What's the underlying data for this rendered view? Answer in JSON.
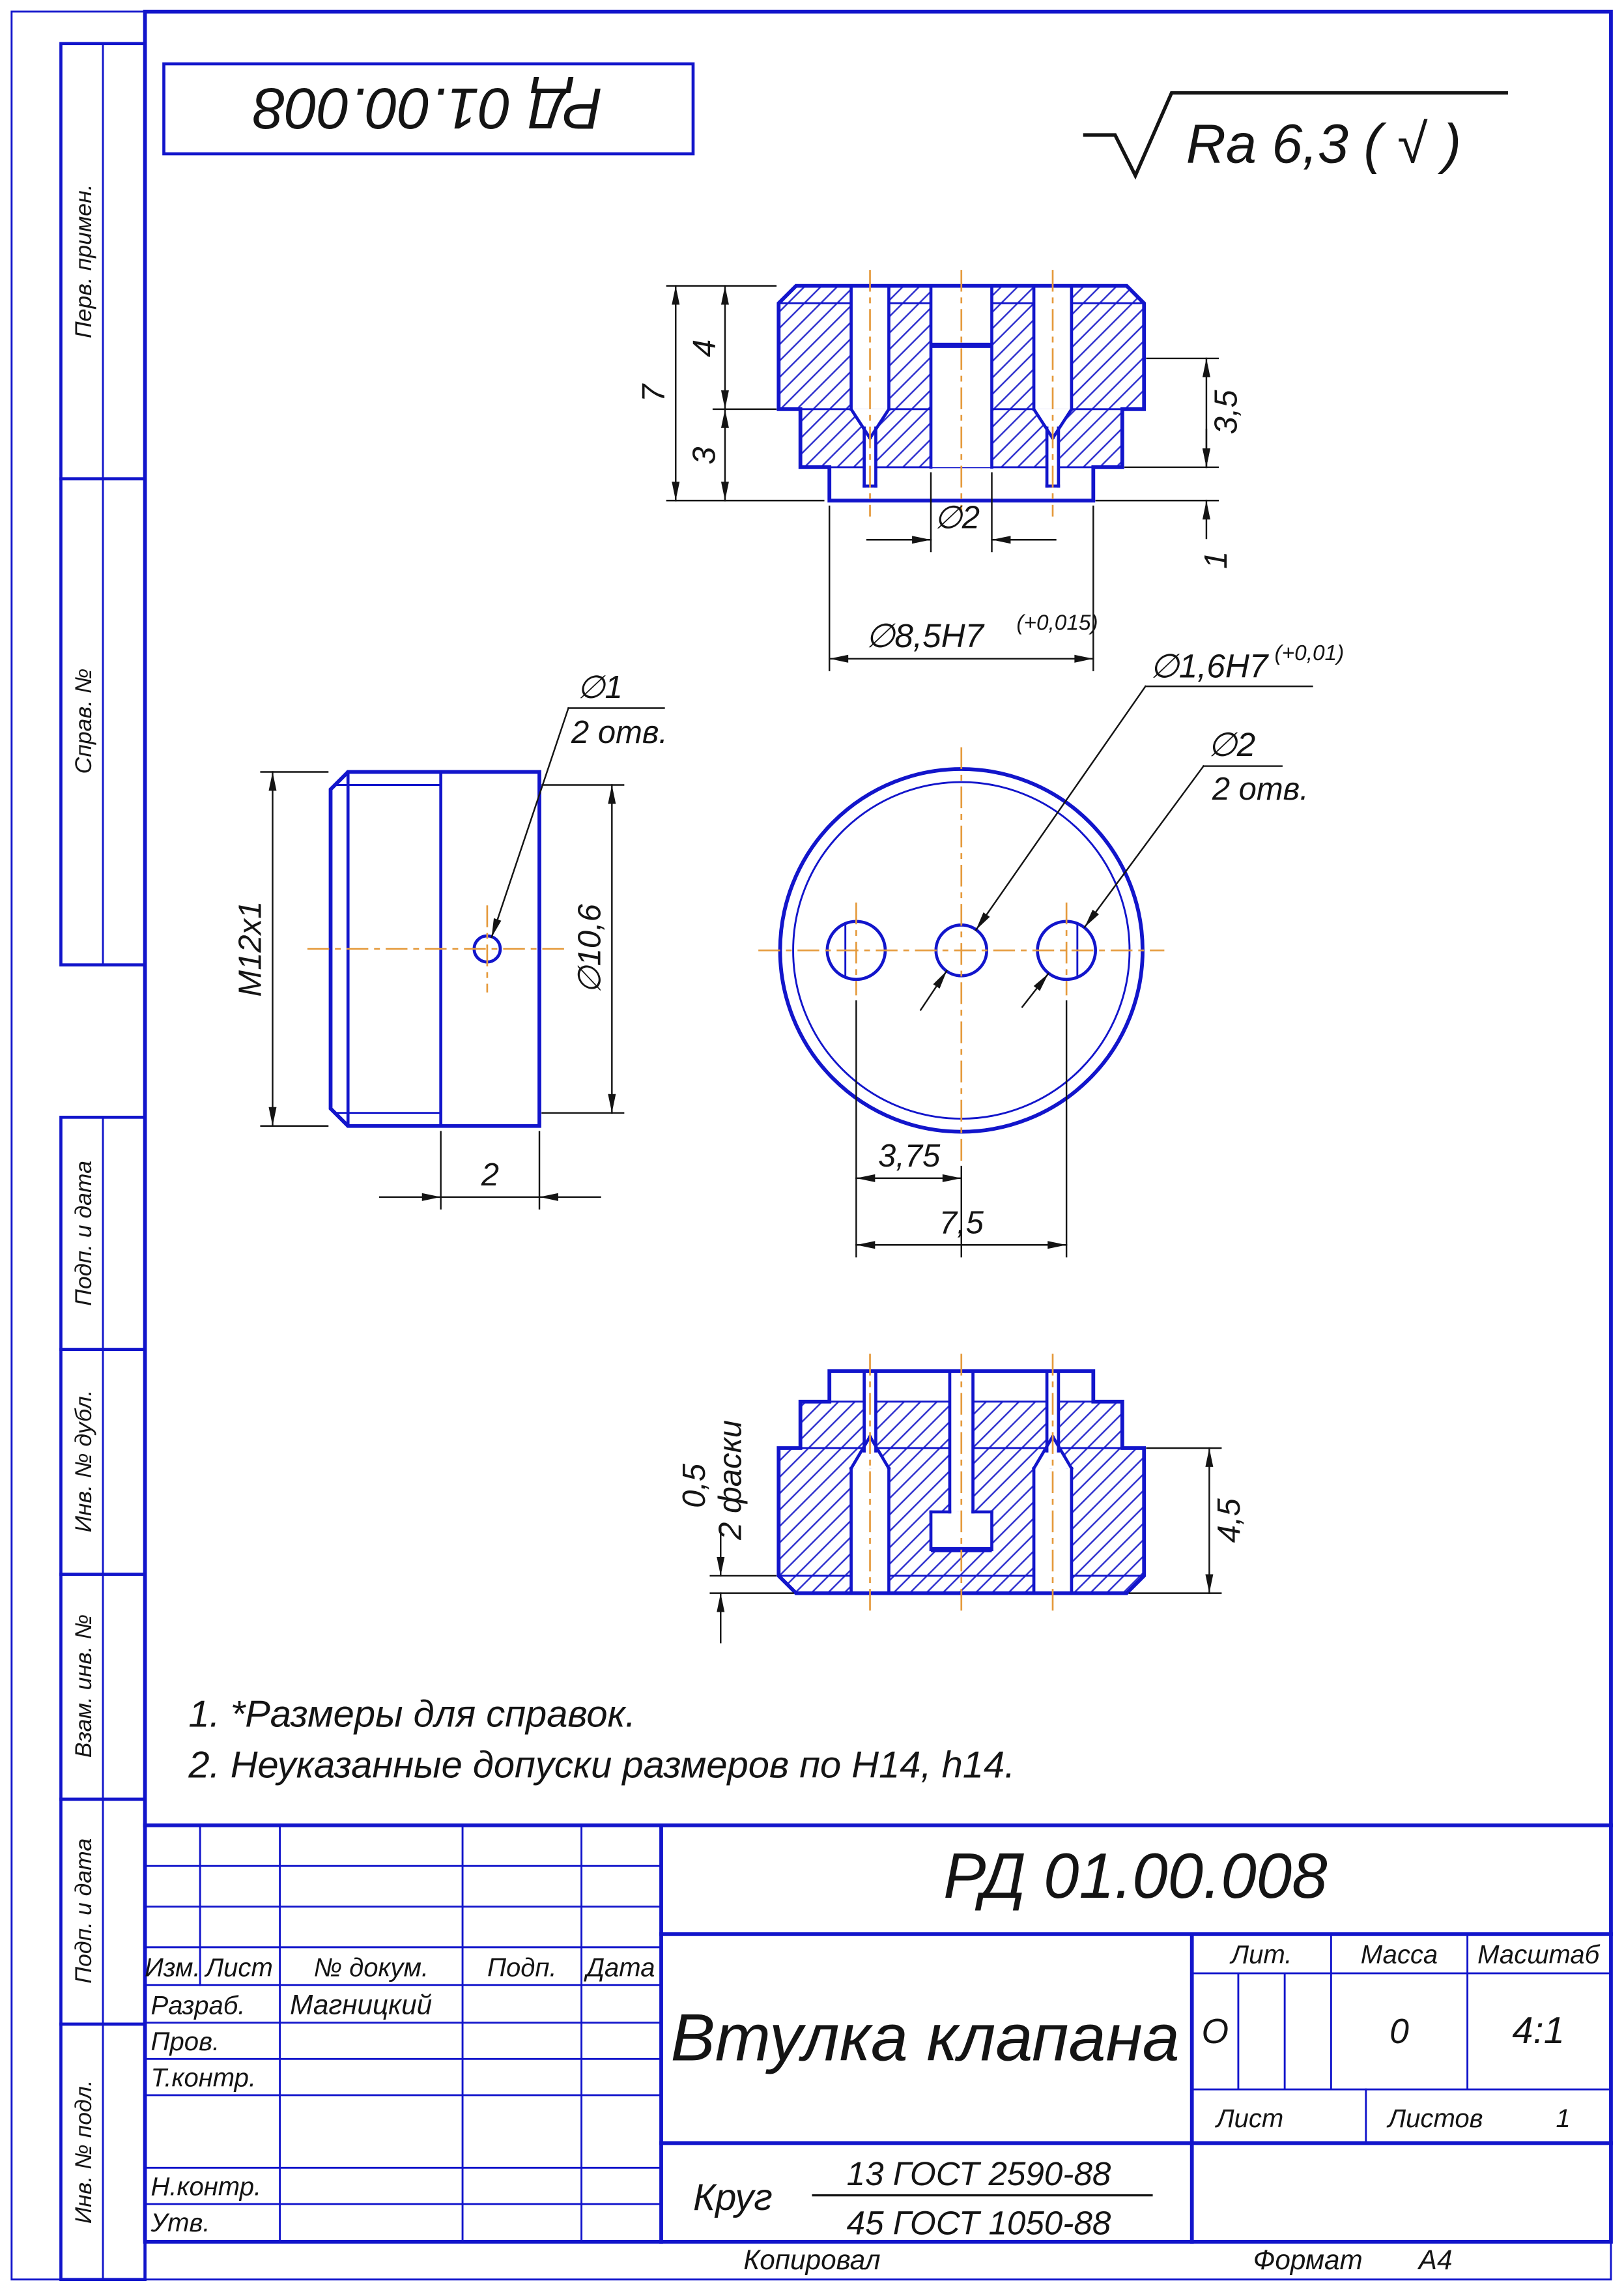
{
  "sheet": {
    "stamp_top": "РД 01.00.008",
    "roughness": "Ra 6,3 ( √ )",
    "footer": {
      "copied": "Копировал",
      "format_label": "Формат",
      "format_value": "А4"
    }
  },
  "margin": {
    "perv": "Перв. примен.",
    "sprav": "Справ. №",
    "podp1": "Подп. и дата",
    "inv_dubl": "Инв. № дубл.",
    "vzam": "Взам. инв. №",
    "podp2": "Подп. и дата",
    "inv_podl": "Инв. № подл."
  },
  "notes": {
    "line1": "1.  *Размеры для справок.",
    "line2": "2. Неуказанные допуски размеров по Н14, h14."
  },
  "dims": {
    "top": {
      "h7": "7",
      "h4": "4",
      "h3": "3",
      "h35": "3,5",
      "h1": "1",
      "d2": "∅2",
      "d85": "∅8,5H7",
      "d85_sup": "(+0,015)"
    },
    "side": {
      "thread": "М12х1",
      "bore": "∅10,6",
      "hole": "∅1",
      "hole_note": "2 отв.",
      "w2": "2"
    },
    "front": {
      "center_hole": "∅1,6Н7",
      "center_hole_sup": "(+0,01)",
      "side_hole": "∅2",
      "side_hole_note": "2 отв.",
      "s375": "3,75",
      "s75": "7,5"
    },
    "bottom": {
      "chamfer": "0,5",
      "chamfer_note": "2 фаски",
      "h45": "4,5"
    }
  },
  "title_block": {
    "doc_number": "РД 01.00.008",
    "part_name": "Втулка клапана",
    "columns": {
      "izm": "Изм.",
      "list": "Лист",
      "doc": "№ докум.",
      "podp": "Подп.",
      "data": "Дата"
    },
    "rows": {
      "razrab": "Разраб.",
      "prov": "Пров.",
      "tkontr": "Т.контр.",
      "nkontr": "Н.контр.",
      "utv": "Утв."
    },
    "razrab_name": "Магницкий",
    "lit_label": "Лит.",
    "massa_label": "Масса",
    "masshtab_label": "Масштаб",
    "lit_value": "О",
    "massa_value": "0",
    "masshtab_value": "4:1",
    "list_label": "Лист",
    "listov_label": "Листов",
    "listov_value": "1",
    "material": {
      "prefix": "Круг",
      "top": "13 ГОСТ 2590-88",
      "bottom": "45 ГОСТ 1050-88"
    }
  },
  "colors": {
    "line_blue": "#1215cb",
    "centerline_orange": "#e59a3c",
    "text_black": "#141414"
  }
}
